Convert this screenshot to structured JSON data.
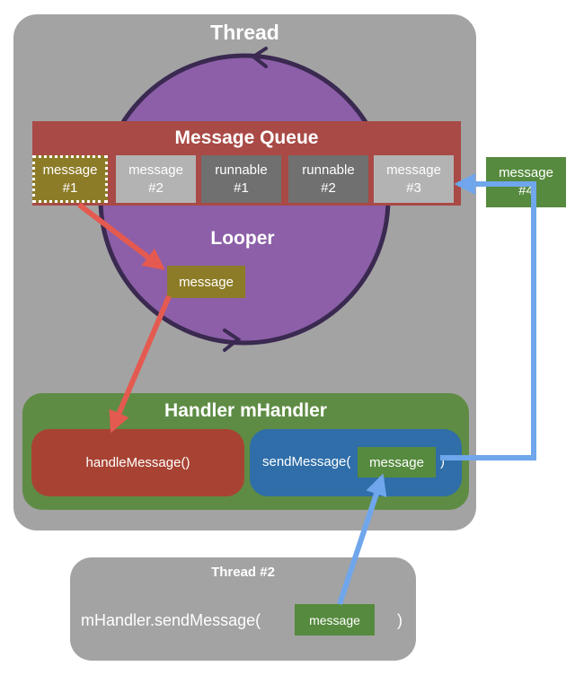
{
  "thread": {
    "title": "Thread"
  },
  "message_queue": {
    "title": "Message Queue",
    "slots": [
      {
        "line1": "message",
        "line2": "#1"
      },
      {
        "line1": "message",
        "line2": "#2"
      },
      {
        "line1": "runnable",
        "line2": "#1"
      },
      {
        "line1": "runnable",
        "line2": "#2"
      },
      {
        "line1": "message",
        "line2": "#3"
      }
    ]
  },
  "incoming_message": {
    "line1": "message",
    "line2": "#4"
  },
  "looper": {
    "title": "Looper",
    "message": "message"
  },
  "handler": {
    "title": "Handler mHandler",
    "handle_method": "handleMessage()",
    "send_open": "sendMessage(",
    "send_message": "message",
    "send_close": ")"
  },
  "thread2": {
    "title": "Thread #2",
    "call": "mHandler.sendMessage(",
    "message": "message",
    "close": ")"
  },
  "colors": {
    "thread_bg": "#a3a3a3",
    "looper": "#8c5fa8",
    "queue": "#a94a46",
    "message_green": "#568a3e",
    "handler": "#5f8c45",
    "handle_red": "#a84333",
    "send_blue": "#2f6ea8",
    "arrow_red": "#e45a50",
    "arrow_blue": "#6fa6ec"
  }
}
